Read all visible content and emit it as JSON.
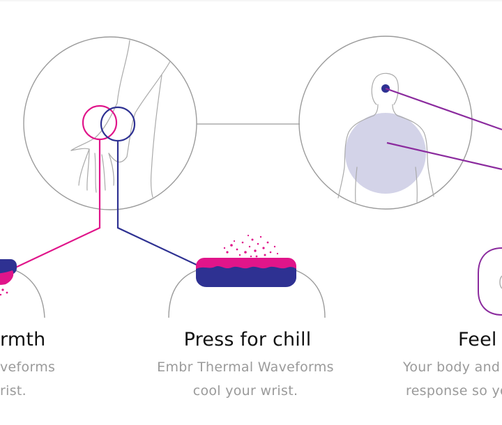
{
  "columns": [
    {
      "title": "rmth",
      "desc_lines": [
        "veforms",
        "rist."
      ]
    },
    {
      "title": "Press for chill",
      "desc_lines": [
        "Embr Thermal Waveforms",
        "cool your wrist."
      ]
    },
    {
      "title": "Feel t",
      "desc_lines": [
        "Your body and n",
        "response so yo"
      ]
    }
  ],
  "colors": {
    "magenta": "#e0158a",
    "navy": "#2e3192",
    "purple": "#8b2b9e",
    "outline_gray": "#9b9b9b",
    "lavender_fill": "#d3d3e8",
    "title_text": "#111111",
    "desc_text": "#9a9a9a"
  },
  "icons": {
    "left_circle": "wrist-arm-icon",
    "right_circle": "upper-body-icon",
    "device_chill": "thermal-device-cool-icon",
    "device_warm": "thermal-device-warm-icon"
  }
}
